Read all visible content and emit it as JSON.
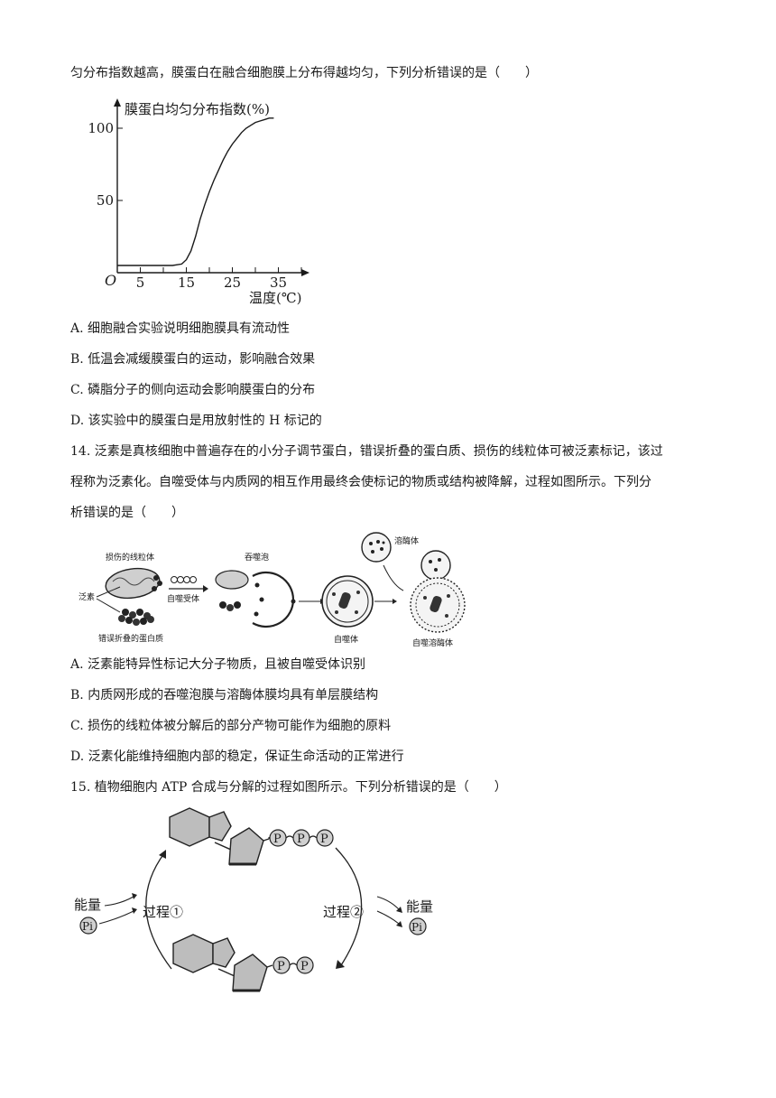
{
  "intro_line": "匀分布指数越高，膜蛋白在融合细胞膜上分布得越均匀，下列分析错误的是（　　）",
  "chart_data": {
    "type": "line",
    "ylabel": "膜蛋白均匀分布指数(%)",
    "xlabel": "温度(℃)",
    "origin_label": "O",
    "x_ticks": [
      5,
      15,
      25,
      35
    ],
    "y_ticks": [
      50,
      100
    ],
    "xlim": [
      0,
      40
    ],
    "ylim": [
      0,
      110
    ],
    "series": [
      {
        "x": [
          0,
          5,
          10,
          12,
          14,
          15,
          16,
          17,
          18,
          19,
          20,
          21,
          22,
          23,
          24,
          25,
          26,
          27,
          28,
          29,
          30,
          31,
          32,
          33,
          34
        ],
        "y": [
          5,
          5,
          5,
          5,
          6,
          9,
          15,
          25,
          37,
          47,
          56,
          64,
          71,
          78,
          84,
          89,
          93,
          97,
          100,
          102,
          104,
          105,
          106,
          107,
          107
        ]
      }
    ]
  },
  "q13_options": [
    "A. 细胞融合实验说明细胞膜具有流动性",
    "B. 低温会减缓膜蛋白的运动，影响融合效果",
    "C. 磷脂分子的侧向运动会影响膜蛋白的分布",
    "D. 该实验中的膜蛋白是用放射性的 H 标记的"
  ],
  "q14": {
    "stem_lines": [
      "14. 泛素是真核细胞中普遍存在的小分子调节蛋白，错误折叠的蛋白质、损伤的线粒体可被泛素标记，该过",
      "程称为泛素化。自噬受体与内质网的相互作用最终会使标记的物质或结构被降解，过程如图所示。下列分",
      "析错误的是（　　）"
    ],
    "figure_labels": {
      "damaged_mito": "损伤的线粒体",
      "ubiquitin": "泛素",
      "misfolded": "错误折叠的蛋白质",
      "autophagy_receptor": "自噬受体",
      "phagophore": "吞噬泡",
      "lysosome": "溶酶体",
      "autophagosome": "自噬体",
      "autolysosome": "自噬溶酶体"
    },
    "options": [
      "A. 泛素能特异性标记大分子物质，且被自噬受体识别",
      "B. 内质网形成的吞噬泡膜与溶酶体膜均具有单层膜结构",
      "C. 损伤的线粒体被分解后的部分产物可能作为细胞的原料",
      "D. 泛素化能维持细胞内部的稳定，保证生命活动的正常进行"
    ]
  },
  "q15": {
    "stem": "15. 植物细胞内 ATP 合成与分解的过程如图所示。下列分析错误的是（　　）",
    "figure_labels": {
      "energy_left": "能量",
      "pi_left": "Pi",
      "process1": "过程①",
      "process2": "过程②",
      "energy_right": "能量",
      "pi_right": "Pi",
      "phosphate": "P"
    }
  }
}
